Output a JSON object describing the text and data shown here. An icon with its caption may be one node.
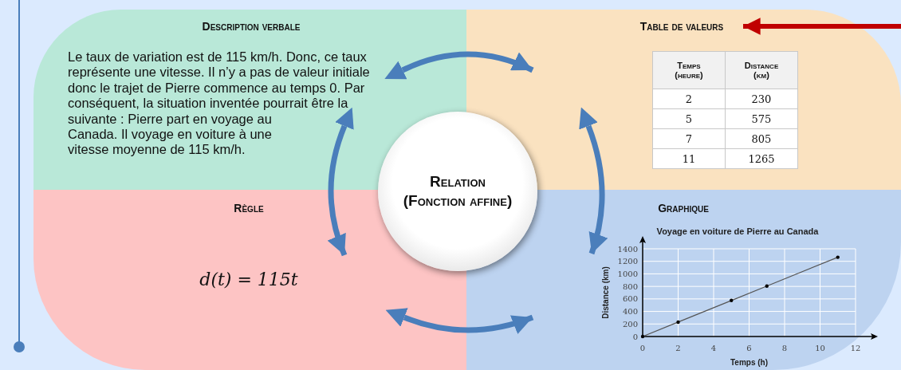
{
  "diagram": {
    "nodes": [
      {
        "text": [
          "Description verbale",
          "Le taux de variation est de 115 km/h. Donc, ce taux représente une vitesse. Il n’y a pas de valeur initiale donc le trajet de Pierre commence au temps 0. Par conséquent, la situation inventée pourrait être la suivante : Pierre part en voyage au Canada. Il voyage en voiture à une vitesse moyenne de 115 km/h."
        ]
      },
      {
        "text": [
          "Table de valeurs"
        ]
      },
      {
        "text": [
          "Règle",
          "d(t) = 115t"
        ]
      },
      {
        "text": [
          "Graphique"
        ]
      },
      {
        "text": [
          "Relation (Fonction affine)"
        ]
      }
    ],
    "edges": [
      {
        "from": 0,
        "to": 1,
        "arrow": "both"
      },
      {
        "from": 0,
        "to": 2,
        "arrow": "both"
      },
      {
        "from": 1,
        "to": 3,
        "arrow": "both"
      },
      {
        "from": 2,
        "to": 3,
        "arrow": "both"
      },
      {
        "from": null,
        "to": 1,
        "arrow": "to",
        "color": "#c00000"
      }
    ],
    "labels": [
      "Temps (heure)",
      "Distance (km)",
      "2",
      "230",
      "5",
      "575",
      "7",
      "805",
      "11",
      "1265"
    ],
    "chart_data": {
      "type": "line",
      "title": "Voyage en voiture de Pierre au Canada",
      "xlabel": "Temps (h)",
      "ylabel": "Distance (km)",
      "x": [
        0,
        2,
        5,
        7,
        11
      ],
      "series": [
        {
          "color": "#555555",
          "values": [
            0,
            230,
            575,
            805,
            1265
          ]
        }
      ],
      "grid": true,
      "xlim": [
        0,
        12
      ],
      "ylim": [
        0,
        1400
      ],
      "xticks": [
        0,
        2,
        4,
        6,
        8,
        10,
        12
      ],
      "yticks": [
        0,
        200,
        400,
        600,
        800,
        1000,
        1200,
        1400
      ]
    }
  }
}
